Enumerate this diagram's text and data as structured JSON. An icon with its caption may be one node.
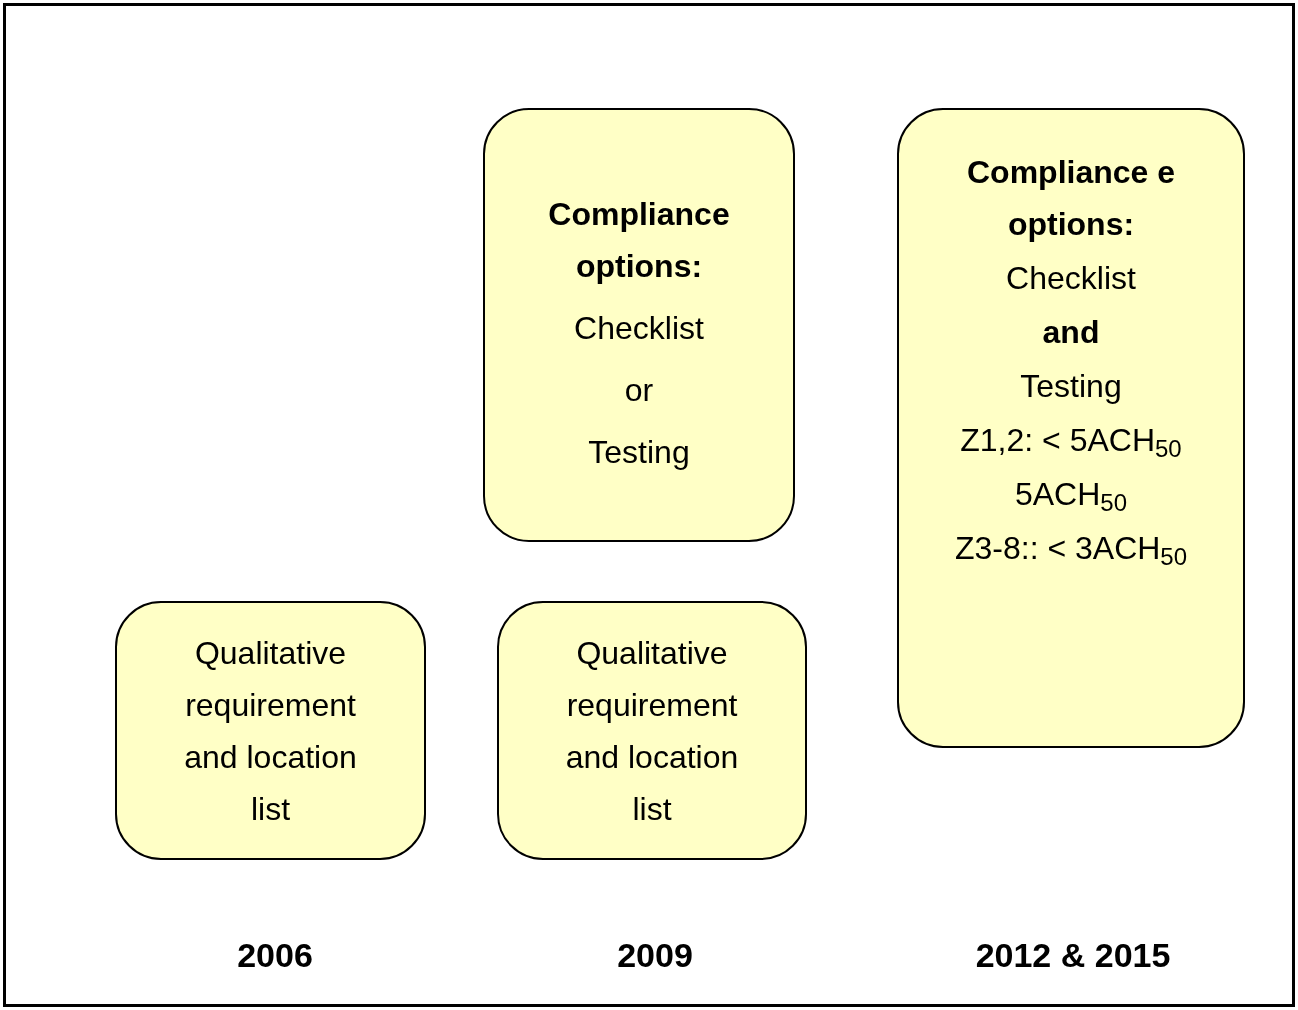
{
  "diagram": {
    "nodes": [
      {
        "text": [
          "Compliance options:",
          "Checklist",
          "or",
          "Testing"
        ]
      },
      {
        "text": [
          "Compliance e options:",
          "Checklist",
          "**and**",
          "Testing",
          "Z1,2:  < 5ACH$_{50}$",
          "5ACH$_{50}$",
          "Z3-8::  < 3ACH$_{50}$"
        ]
      },
      {
        "text": [
          "Qualitative requirement and location list"
        ]
      },
      {
        "text": [
          "Qualitative requirement and location list"
        ]
      }
    ],
    "labels": [
      "2006",
      "2009",
      "2012 & 2015"
    ]
  }
}
